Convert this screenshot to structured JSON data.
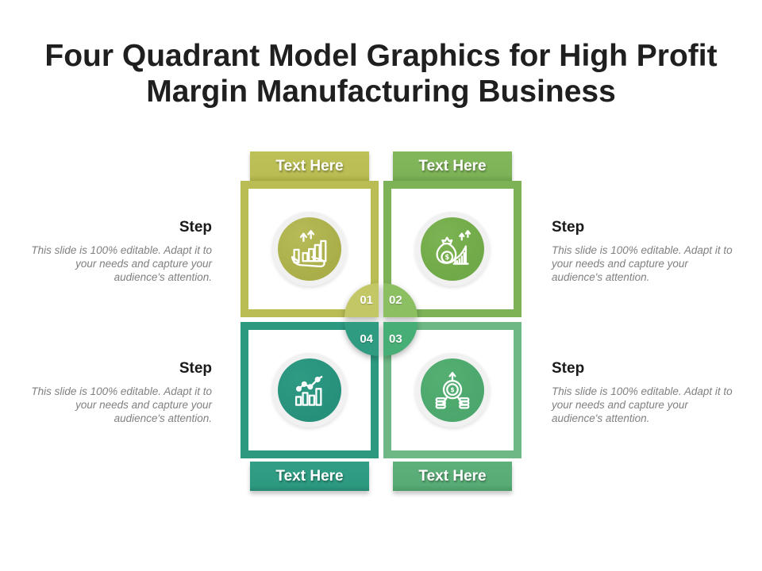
{
  "slide": {
    "title": "Four Quadrant Model Graphics for High Profit\nMargin Manufacturing Business"
  },
  "quadrants": [
    {
      "number": "01",
      "tab_label": "Text Here",
      "position": "top-left",
      "color": "#b9bd53",
      "badge_color": "#c3c765",
      "icon_circle_color": "#a9ae48",
      "icon": "growth-bars-hand-icon"
    },
    {
      "number": "02",
      "tab_label": "Text Here",
      "position": "top-right",
      "color": "#7db257",
      "badge_color": "#8cbf62",
      "icon_circle_color": "#70a947",
      "icon": "money-bag-growth-icon"
    },
    {
      "number": "03",
      "tab_label": "Text Here",
      "position": "bottom-right",
      "color": "#6db884",
      "tab_color": "#58ab75",
      "badge_color": "#47ae76",
      "icon_circle_color": "#4ba76c",
      "icon": "profit-target-coins-icon"
    },
    {
      "number": "04",
      "tab_label": "Text Here",
      "position": "bottom-left",
      "color": "#2d9a80",
      "badge_color": "#2f9b80",
      "icon_circle_color": "#27907b",
      "icon": "analytics-trend-icon"
    }
  ],
  "steps": [
    {
      "side": "left",
      "row": "top",
      "heading": "Step",
      "body": "This slide is 100% editable. Adapt it to your needs and capture your audience's attention."
    },
    {
      "side": "right",
      "row": "top",
      "heading": "Step",
      "body": "This slide is 100% editable. Adapt it to your needs and capture your audience's attention."
    },
    {
      "side": "left",
      "row": "bottom",
      "heading": "Step",
      "body": "This slide is 100% editable. Adapt it to your needs and capture your audience's attention."
    },
    {
      "side": "right",
      "row": "bottom",
      "heading": "Step",
      "body": "This slide is 100% editable. Adapt it to your needs and capture your audience's attention."
    }
  ],
  "colors": {
    "quadrant_1_olive": "#b9bd53",
    "quadrant_2_green": "#7db257",
    "quadrant_3_border_green": "#6db884",
    "quadrant_3_tab_green": "#58ab75",
    "quadrant_4_teal": "#2d9a80",
    "title_text": "#1f1f1f",
    "step_body_text": "#808080",
    "tab_text": "#ffffff"
  }
}
